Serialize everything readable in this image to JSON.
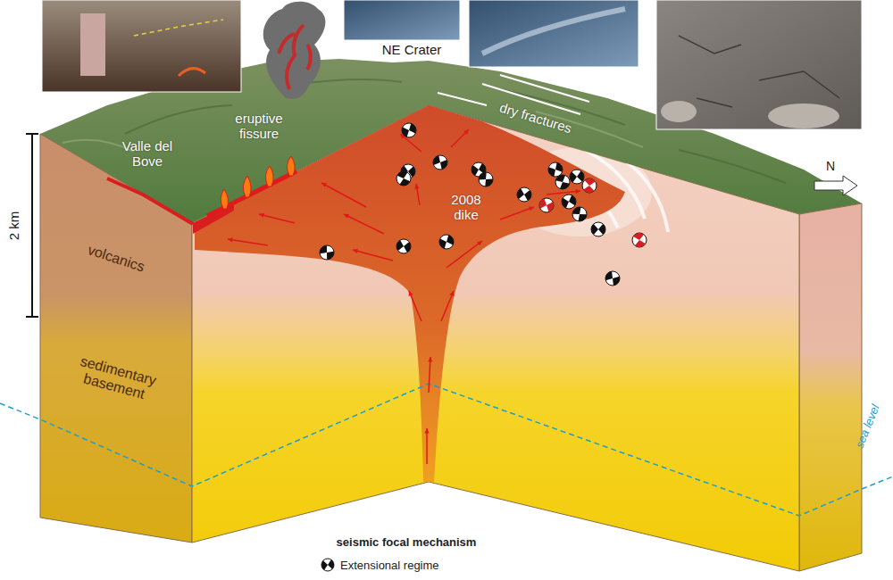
{
  "diagram": {
    "labels": [
      "NE Crater",
      "eruptive fissure",
      "Valle del Bove",
      "dry fractures",
      "2008 dike",
      "N",
      "2 km",
      "volcanics",
      "sedimentary basement",
      "sea level",
      "seismic focal mechanism"
    ],
    "legend": [
      {
        "text": "Extensional regime"
      }
    ]
  }
}
